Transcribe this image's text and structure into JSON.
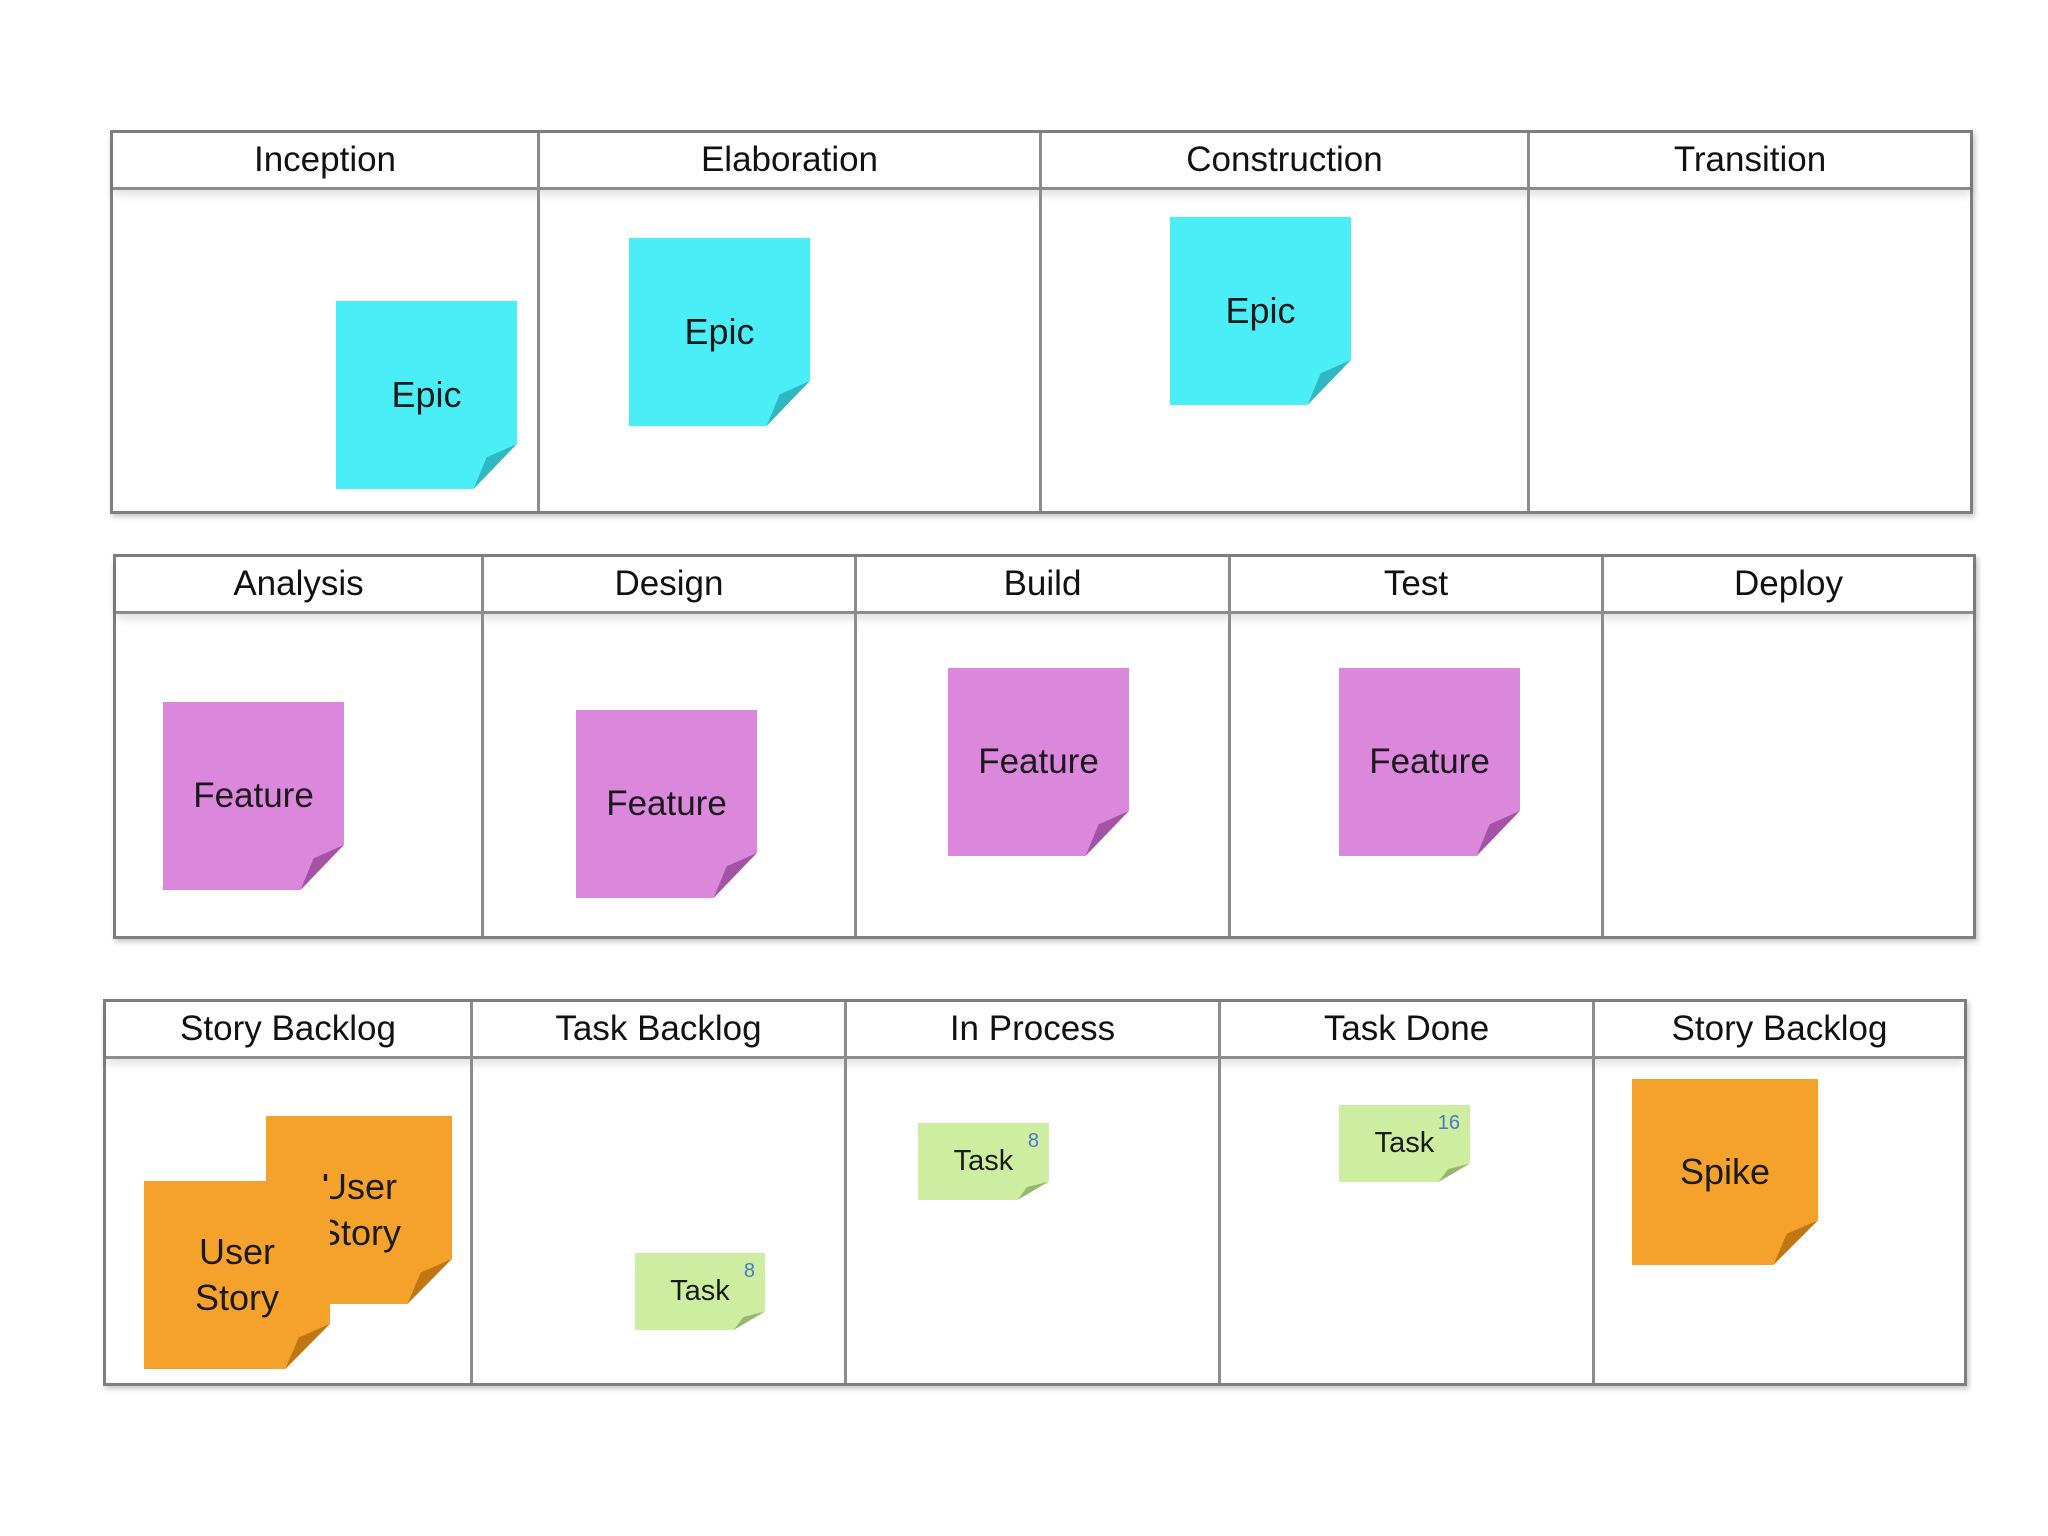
{
  "boards": [
    {
      "id": "phases",
      "columns": [
        "Inception",
        "Elaboration",
        "Construction",
        "Transition"
      ],
      "notes": [
        {
          "type": "epic",
          "label": "Epic"
        },
        {
          "type": "epic",
          "label": "Epic"
        },
        {
          "type": "epic",
          "label": "Epic"
        }
      ]
    },
    {
      "id": "feature-flow",
      "columns": [
        "Analysis",
        "Design",
        "Build",
        "Test",
        "Deploy"
      ],
      "notes": [
        {
          "type": "feature",
          "label": "Feature"
        },
        {
          "type": "feature",
          "label": "Feature"
        },
        {
          "type": "feature",
          "label": "Feature"
        },
        {
          "type": "feature",
          "label": "Feature"
        }
      ]
    },
    {
      "id": "task-flow",
      "columns": [
        "Story Backlog",
        "Task Backlog",
        "In Process",
        "Task Done",
        "Story Backlog"
      ],
      "notes": [
        {
          "type": "story",
          "label": "User\nStory"
        },
        {
          "type": "story",
          "label": "User\nStory"
        },
        {
          "type": "task",
          "label": "Task",
          "points": "8"
        },
        {
          "type": "task",
          "label": "Task",
          "points": "8"
        },
        {
          "type": "task",
          "label": "Task",
          "points": "16"
        },
        {
          "type": "story",
          "label": "Spike"
        }
      ]
    }
  ],
  "colors": {
    "epic": "#4aeef6",
    "feature": "#da87dc",
    "story": "#f5a22c",
    "task": "#cdeea0",
    "border": "#7f7f7f"
  }
}
